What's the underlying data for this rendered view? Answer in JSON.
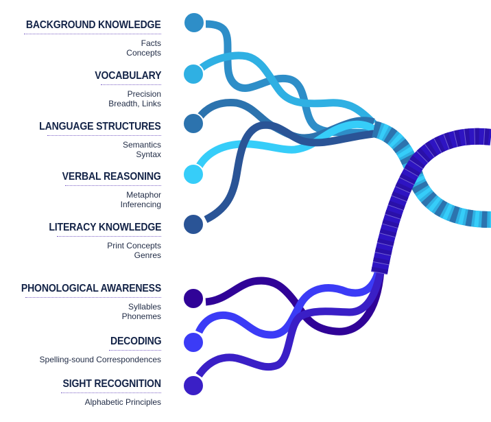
{
  "title": "The Reading Rope",
  "groups": [
    {
      "name": "language-comprehension",
      "strands": [
        {
          "title": "BACKGROUND KNOWLEDGE",
          "subtitles": [
            "Facts",
            "Concepts"
          ],
          "color": "#2E8EC8"
        },
        {
          "title": "VOCABULARY",
          "subtitles": [
            "Precision",
            "Breadth, Links"
          ],
          "color": "#2FB0E3"
        },
        {
          "title": "LANGUAGE STRUCTURES",
          "subtitles": [
            "Semantics",
            "Syntax"
          ],
          "color": "#2C73AE"
        },
        {
          "title": "VERBAL REASONING",
          "subtitles": [
            "Metaphor",
            "Inferencing"
          ],
          "color": "#36CDF9"
        },
        {
          "title": "LITERACY KNOWLEDGE",
          "subtitles": [
            "Print Concepts",
            "Genres"
          ],
          "color": "#2A5496"
        }
      ]
    },
    {
      "name": "word-recognition",
      "strands": [
        {
          "title": "PHONOLOGICAL AWARENESS",
          "subtitles": [
            "Syllables",
            "Phonemes"
          ],
          "color": "#300397"
        },
        {
          "title": "DECODING",
          "subtitles": [
            "Spelling-sound Correspondences"
          ],
          "color": "#3B3BF6"
        },
        {
          "title": "SIGHT RECOGNITION",
          "subtitles": [
            "Alphabetic Principles"
          ],
          "color": "#3A1FC6"
        }
      ]
    }
  ]
}
